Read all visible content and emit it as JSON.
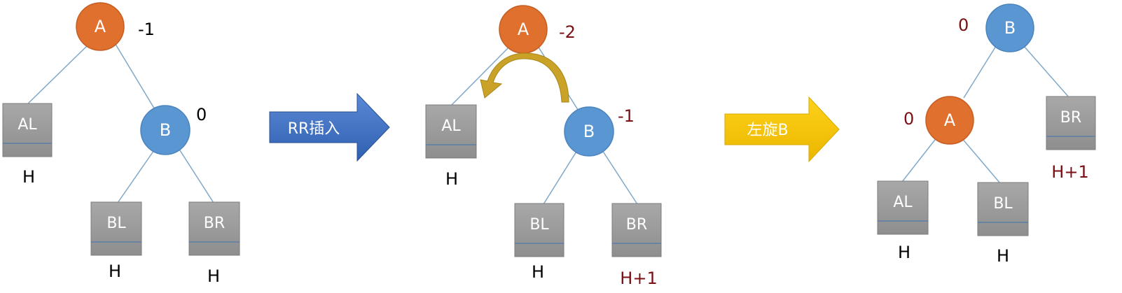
{
  "colors": {
    "node_orange": "#e0702d",
    "node_blue": "#5a97d2",
    "box_gray": "#9b9b9b",
    "edge": "#7fa8c9",
    "label_black": "#000000",
    "label_red": "#7a0f14",
    "arrow_blue": "#3d6fc2",
    "arrow_yellow": "#f5c400",
    "rotate_arrow": "#c9a227"
  },
  "icons": {
    "rotation": "curved-rotation-arrow-icon"
  },
  "panel1": {
    "node_a": "A",
    "node_a_balance": "-1",
    "node_b": "B",
    "node_b_balance": "0",
    "box_al": "AL",
    "box_al_height": "H",
    "box_bl": "BL",
    "box_bl_height": "H",
    "box_br": "BR",
    "box_br_height": "H"
  },
  "arrow1": {
    "label": "RR插入"
  },
  "panel2": {
    "node_a": "A",
    "node_a_balance": "-2",
    "node_b": "B",
    "node_b_balance": "-1",
    "box_al": "AL",
    "box_al_height": "H",
    "box_bl": "BL",
    "box_bl_height": "H",
    "box_br": "BR",
    "box_br_height": "H+1"
  },
  "arrow2": {
    "label": "左旋B"
  },
  "panel3": {
    "node_b": "B",
    "node_b_balance": "0",
    "node_a": "A",
    "node_a_balance": "0",
    "box_br": "BR",
    "box_br_height": "H+1",
    "box_al": "AL",
    "box_al_height": "H",
    "box_bl": "BL",
    "box_bl_height": "H"
  }
}
